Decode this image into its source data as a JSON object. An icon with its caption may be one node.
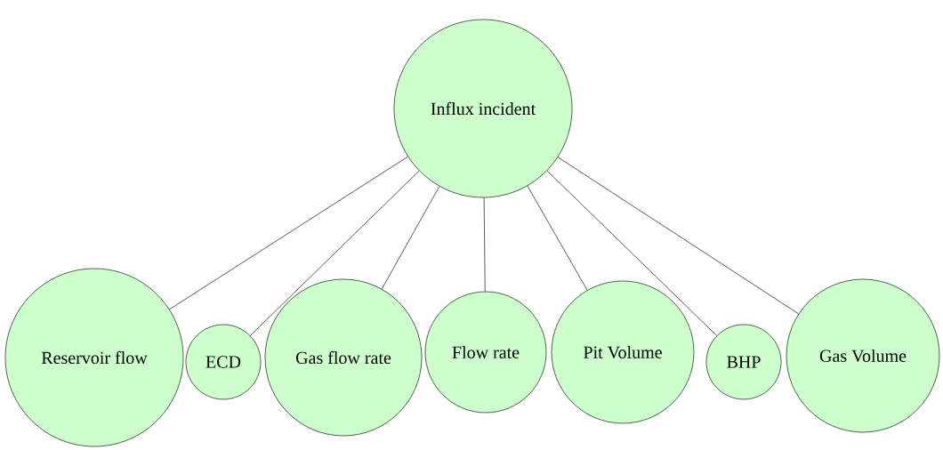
{
  "diagram": {
    "nodes": [
      {
        "text": [
          "Influx incident"
        ]
      },
      {
        "text": [
          "Reservoir flow"
        ]
      },
      {
        "text": [
          "ECD"
        ]
      },
      {
        "text": [
          "Gas flow rate"
        ]
      },
      {
        "text": [
          "Flow rate"
        ]
      },
      {
        "text": [
          "Pit Volume"
        ]
      },
      {
        "text": [
          "BHP"
        ]
      },
      {
        "text": [
          "Gas Volume"
        ]
      }
    ],
    "edges": [
      {
        "from": 0,
        "to": 1,
        "arrow": "none"
      },
      {
        "from": 0,
        "to": 2,
        "arrow": "none"
      },
      {
        "from": 0,
        "to": 3,
        "arrow": "none"
      },
      {
        "from": 0,
        "to": 4,
        "arrow": "none"
      },
      {
        "from": 0,
        "to": 5,
        "arrow": "none"
      },
      {
        "from": 0,
        "to": 6,
        "arrow": "none"
      },
      {
        "from": 0,
        "to": 7,
        "arrow": "none"
      }
    ]
  }
}
